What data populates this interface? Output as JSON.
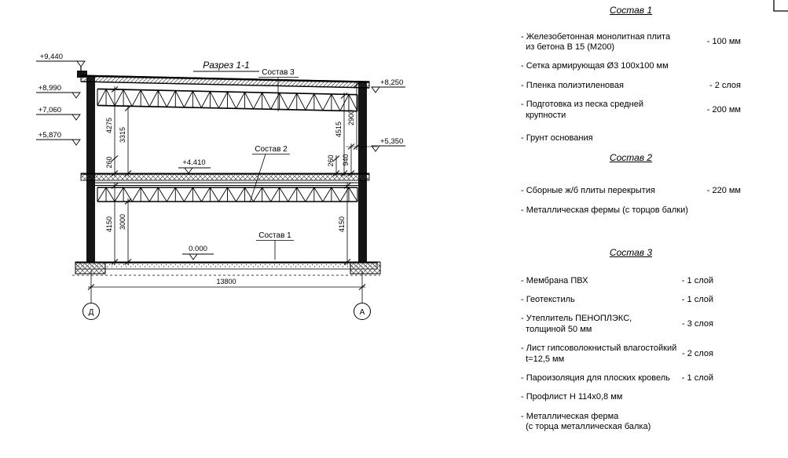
{
  "drawing": {
    "title": "Разрез 1-1",
    "callouts": {
      "c1": "Состав 1",
      "c2": "Состав 2",
      "c3": "Состав 3"
    },
    "levels": {
      "l1": "+9,440",
      "l2": "+8,990",
      "l3": "+7,060",
      "l4": "+5,870",
      "r1": "+8,250",
      "r2": "+5,350",
      "i1": "+4.410",
      "i2": "0.000"
    },
    "dims": {
      "d4275": "4275",
      "d3315": "3315",
      "d260l": "260",
      "d4150l": "4150",
      "d3000": "3000",
      "d260r": "260",
      "d4515": "4515",
      "d2900": "2900",
      "d940": "940",
      "d4150r": "4150",
      "width": "13800"
    },
    "axes": {
      "left": "Д",
      "right": "А"
    }
  },
  "legend": {
    "s1": {
      "heading": "Состав 1",
      "items": [
        {
          "text": "- Железобетонная  монолитная плита\n  из бетона В 15 (М200)",
          "value": "- 100 мм"
        },
        {
          "text": "- Сетка армирующая Ø3 100х100 мм",
          "value": ""
        },
        {
          "text": "- Пленка полиэтиленовая",
          "value": "- 2 слоя"
        },
        {
          "text": "- Подготовка из песка средней\n  крупности",
          "value": "- 200 мм"
        },
        {
          "text": "- Грунт основания",
          "value": ""
        }
      ]
    },
    "s2": {
      "heading": "Состав 2",
      "items": [
        {
          "text": "- Сборные ж/б плиты перекрытия",
          "value": "- 220 мм"
        },
        {
          "text": "- Металлическая фермы (с торцов балки)",
          "value": ""
        }
      ]
    },
    "s3": {
      "heading": "Состав 3",
      "items": [
        {
          "text": "- Мембрана ПВХ",
          "value": "- 1 слой"
        },
        {
          "text": "- Геотекстиль",
          "value": "- 1 слой"
        },
        {
          "text": "- Утеплитель ПЕНОПЛЭКС,\n  толщиной 50 мм",
          "value": "- 3 слоя"
        },
        {
          "text": "- Лист гипсоволокнистый влагостойкий\n  t=12,5 мм",
          "value": "- 2 слоя"
        },
        {
          "text": "- Пароизоляция для плоских кровель",
          "value": "- 1 слой"
        },
        {
          "text": "- Профлист Н 114х0,8 мм",
          "value": ""
        },
        {
          "text": "- Металлическая ферма\n  (с торца металлическая балка)",
          "value": ""
        }
      ]
    }
  }
}
